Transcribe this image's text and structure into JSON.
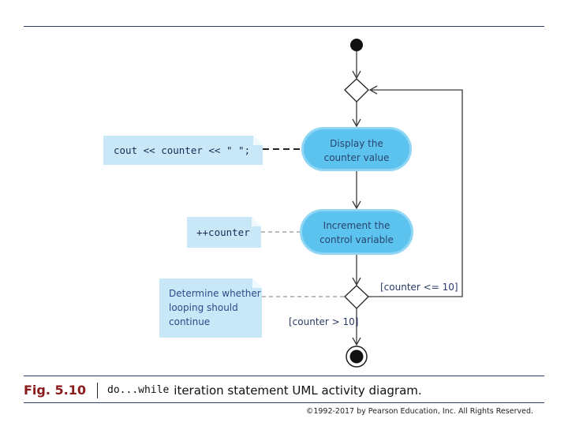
{
  "notes": {
    "display": "cout << counter << \" \";",
    "increment": "++counter",
    "determine": [
      "Determine whether",
      "looping should",
      "continue"
    ]
  },
  "activities": {
    "display": [
      "Display the",
      "counter value"
    ],
    "increment": [
      "Increment the",
      "control variable"
    ]
  },
  "guards": {
    "loop": "[counter <= 10]",
    "exit": "[counter > 10]"
  },
  "caption": {
    "figure": "Fig. 5.10",
    "code": "do...while",
    "text": "iteration statement UML activity diagram."
  },
  "copyright": "©1992-2017 by Pearson Education, Inc. All Rights Reserved.",
  "colors": {
    "note_fill": "#c8e8f8",
    "activity_fill": "#5cc3ee",
    "activity_outer": "#8fd6f4",
    "line": "#3c3c3c",
    "rule": "#2c3a6e",
    "figure_label": "#8b1a1a"
  }
}
